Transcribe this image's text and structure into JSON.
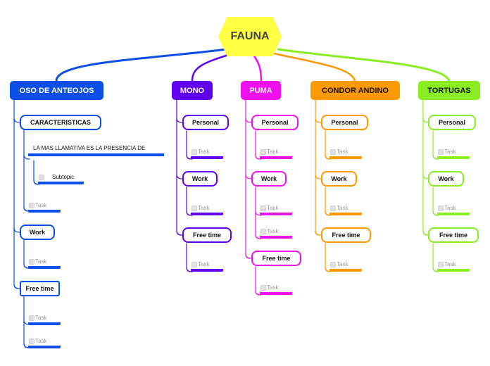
{
  "center": {
    "title": "FAUNA",
    "color": "#ffff44"
  },
  "branches": [
    {
      "title": "OSO DE ANTEOJOS",
      "color": "#0b4fe6",
      "sub": {
        "characteristics": "CARACTERISTICAS",
        "note": "LA MAS LLAMATIVA ES LA PRESENCIA DE",
        "subtopic": "Subtopic",
        "work": "Work",
        "free_time": "Free time",
        "task": "Task"
      }
    },
    {
      "title": "MONO",
      "color": "#6000ee",
      "sub": {
        "personal": "Personal",
        "work": "Work",
        "free_time": "Free time",
        "task": "Task"
      }
    },
    {
      "title": "PUMA",
      "color": "#ee11ee",
      "sub": {
        "personal": "Personal",
        "work": "Work",
        "free_time": "Free time",
        "task": "Task"
      }
    },
    {
      "title": "CONDOR ANDINO",
      "color": "#ff9900",
      "sub": {
        "personal": "Personal",
        "work": "Work",
        "free_time": "Free time",
        "task": "Task"
      }
    },
    {
      "title": "TORTUGAS",
      "color": "#88ee22",
      "sub": {
        "personal": "Personal",
        "work": "Work",
        "free_time": "Free time",
        "task": "Task"
      }
    }
  ]
}
